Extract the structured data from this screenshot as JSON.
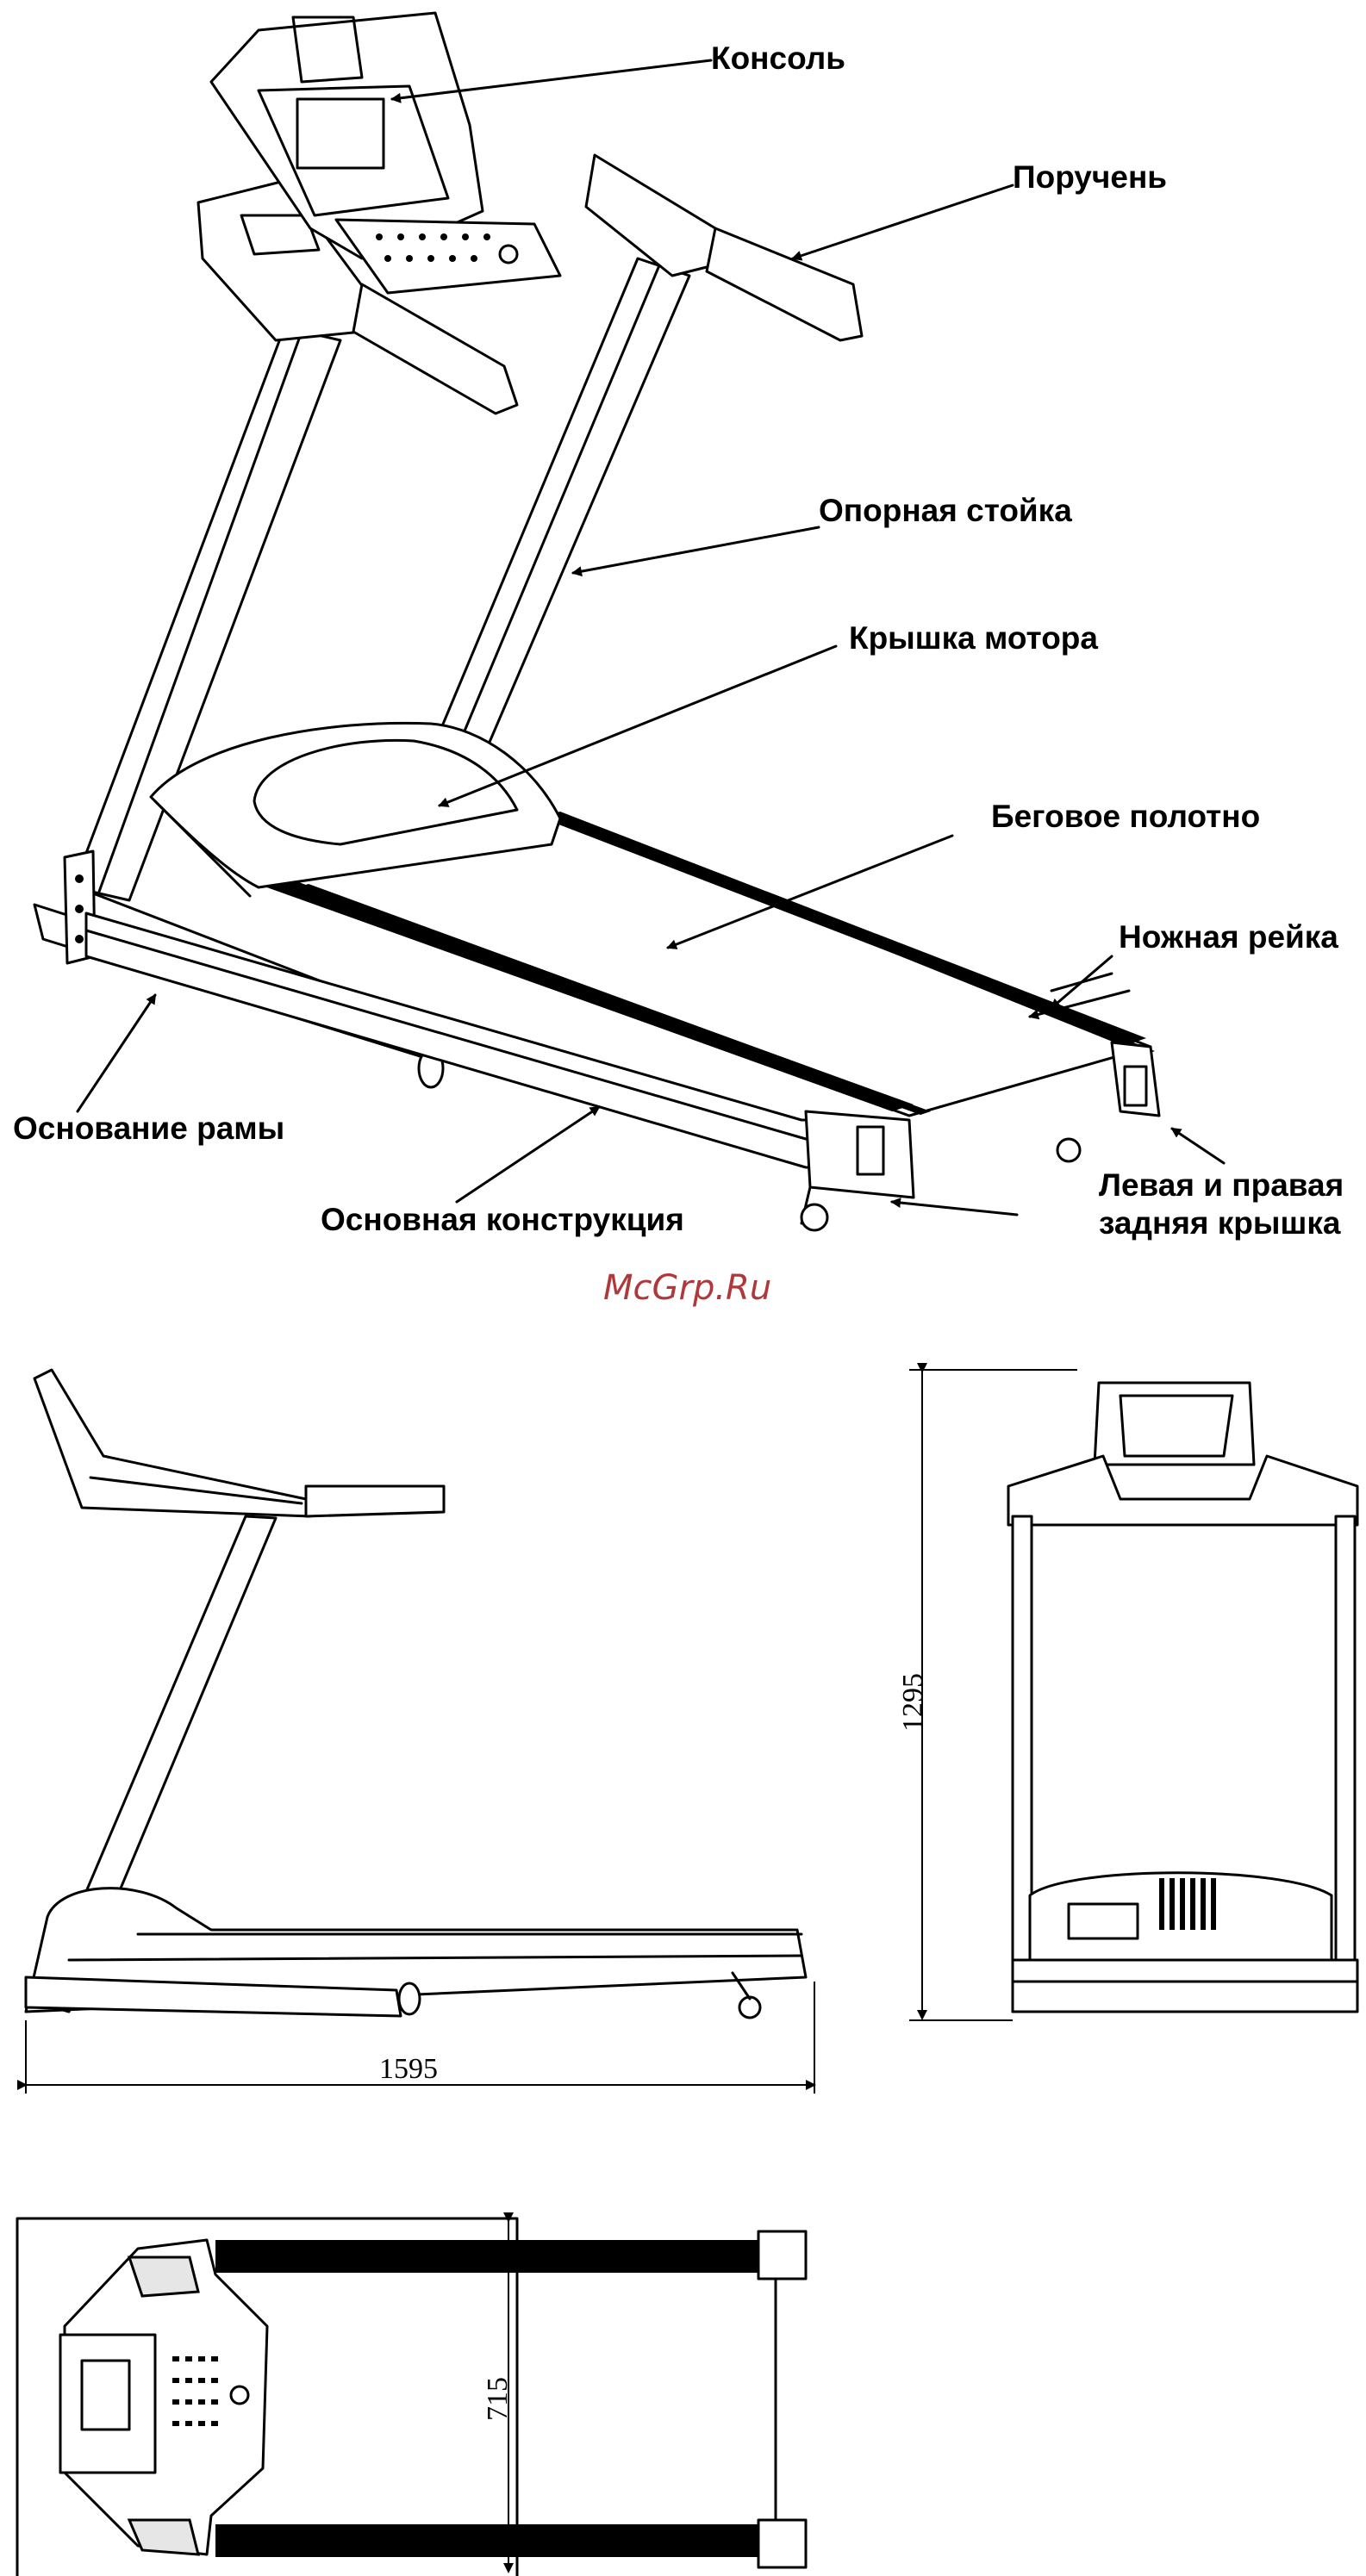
{
  "labels": {
    "console": "Консоль",
    "handrail": "Поручень",
    "upright": "Опорная стойка",
    "motor_cover": "Крышка мотора",
    "running_belt": "Беговое полотно",
    "foot_rail": "Ножная рейка",
    "frame_base": "Основание рамы",
    "main_structure": "Основная конструкция",
    "rear_cover_line1": "Левая и правая",
    "rear_cover_line2": "задняя крышка"
  },
  "watermark": "McGrp.Ru",
  "dimensions": {
    "length": "1595",
    "height": "1295",
    "width": "715"
  },
  "colors": {
    "line": "#000000",
    "watermark": "#b0383a"
  }
}
